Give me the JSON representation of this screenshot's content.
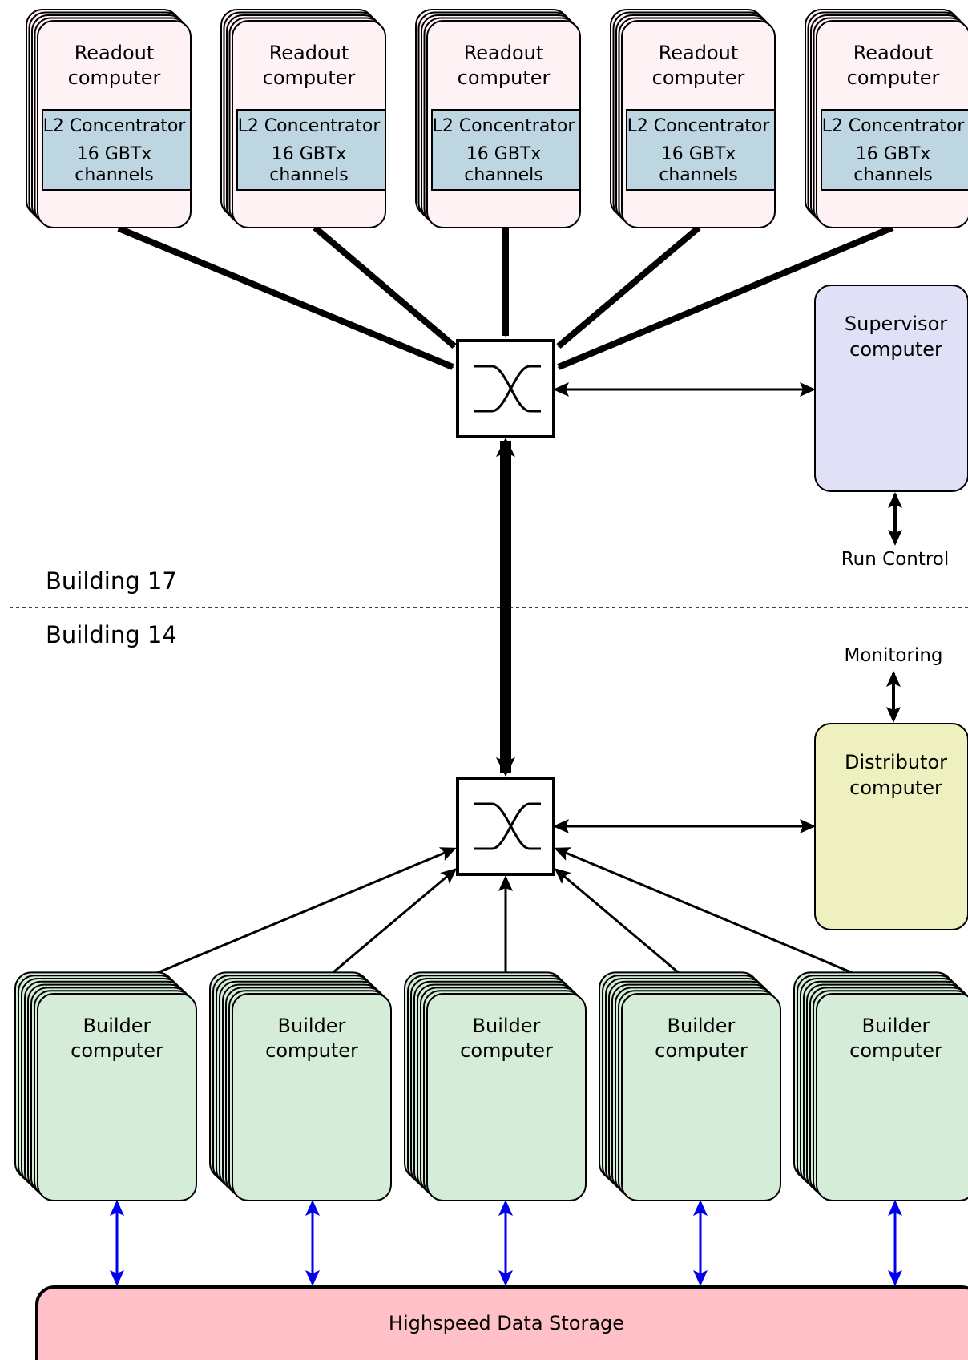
{
  "colors": {
    "readout_fill": "#fff2f4",
    "concentrator_fill": "#bed6e1",
    "supervisor_fill": "#e0e0f7",
    "distributor_fill": "#eff0c0",
    "builder_fill": "#d5ecd8",
    "storage_fill": "#ffc0c7",
    "storage_link": "#0000ee",
    "line": "#000000"
  },
  "icons": {
    "switch": "network-switch-icon"
  },
  "buildings": {
    "upper": "Building 17",
    "lower": "Building 14"
  },
  "readout_nodes": [
    {
      "line1": "Readout",
      "line2": "computer",
      "conc_label": "L2 Concentrator",
      "conc_line1": "16 GBTx",
      "conc_line2": "channels"
    },
    {
      "line1": "Readout",
      "line2": "computer",
      "conc_label": "L2 Concentrator",
      "conc_line1": "16 GBTx",
      "conc_line2": "channels"
    },
    {
      "line1": "Readout",
      "line2": "computer",
      "conc_label": "L2 Concentrator",
      "conc_line1": "16 GBTx",
      "conc_line2": "channels"
    },
    {
      "line1": "Readout",
      "line2": "computer",
      "conc_label": "L2 Concentrator",
      "conc_line1": "16 GBTx",
      "conc_line2": "channels"
    },
    {
      "line1": "Readout",
      "line2": "computer",
      "conc_label": "L2 Concentrator",
      "conc_line1": "16 GBTx",
      "conc_line2": "channels"
    }
  ],
  "supervisor": {
    "line1": "Supervisor",
    "line2": "computer",
    "ext_label": "Run Control"
  },
  "distributor": {
    "line1": "Distributor",
    "line2": "computer",
    "ext_label": "Monitoring"
  },
  "builder_nodes": [
    {
      "line1": "Builder",
      "line2": "computer"
    },
    {
      "line1": "Builder",
      "line2": "computer"
    },
    {
      "line1": "Builder",
      "line2": "computer"
    },
    {
      "line1": "Builder",
      "line2": "computer"
    },
    {
      "line1": "Builder",
      "line2": "computer"
    }
  ],
  "storage": {
    "label": "Highspeed Data Storage"
  }
}
